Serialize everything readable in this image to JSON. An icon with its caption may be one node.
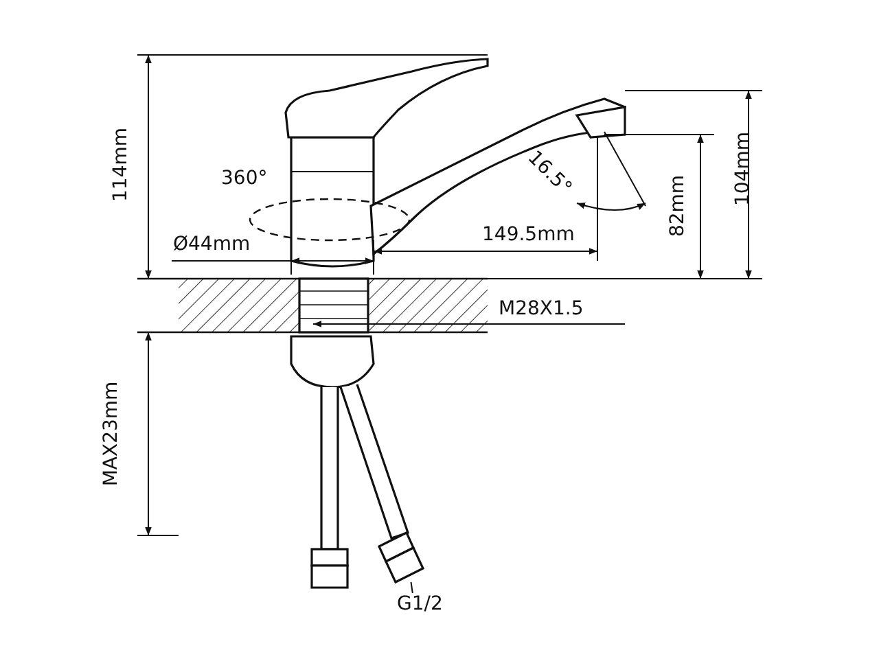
{
  "diagram": {
    "nodes": [
      {
        "text": [
          "G1/2"
        ]
      },
      {
        "text": [],
        "shape": "picture"
      }
    ],
    "edges": [
      {
        "from": 0,
        "to": 1,
        "arrow": "none"
      }
    ],
    "labels": [
      "114mm",
      "360°",
      "16.5°",
      "149.5mm",
      "82mm",
      "104mm",
      "Ø44mm",
      "M28X1.5",
      "MAX23mm"
    ]
  }
}
